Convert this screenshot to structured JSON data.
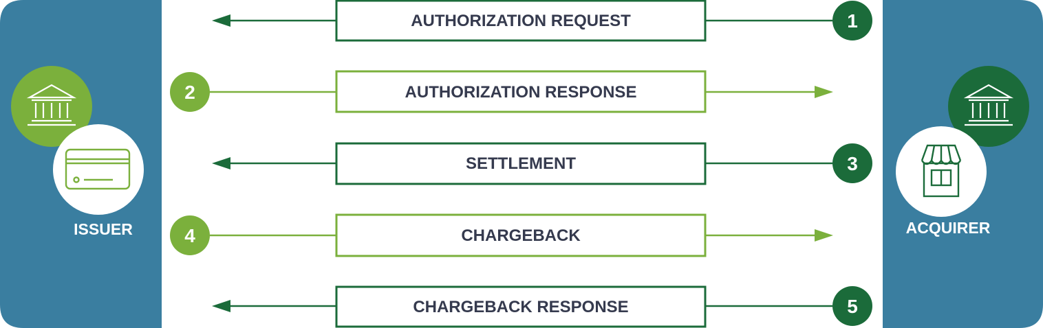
{
  "colors": {
    "panel": "#3a7ea0",
    "dark_green": "#1b6b3a",
    "light_green": "#7bb03c",
    "text_dark": "#353a4e",
    "white": "#ffffff"
  },
  "issuer": {
    "label": "ISSUER",
    "icons": [
      "bank-icon",
      "credit-card-icon"
    ]
  },
  "acquirer": {
    "label": "ACQUIRER",
    "icons": [
      "bank-icon",
      "storefront-icon"
    ]
  },
  "flows": [
    {
      "step": "1",
      "label": "AUTHORIZATION REQUEST",
      "direction": "to-issuer",
      "color": "dark_green"
    },
    {
      "step": "2",
      "label": "AUTHORIZATION RESPONSE",
      "direction": "to-acquirer",
      "color": "light_green"
    },
    {
      "step": "3",
      "label": "SETTLEMENT",
      "direction": "to-issuer",
      "color": "dark_green"
    },
    {
      "step": "4",
      "label": "CHARGEBACK",
      "direction": "to-acquirer",
      "color": "light_green"
    },
    {
      "step": "5",
      "label": "CHARGEBACK RESPONSE",
      "direction": "to-issuer",
      "color": "dark_green"
    }
  ]
}
